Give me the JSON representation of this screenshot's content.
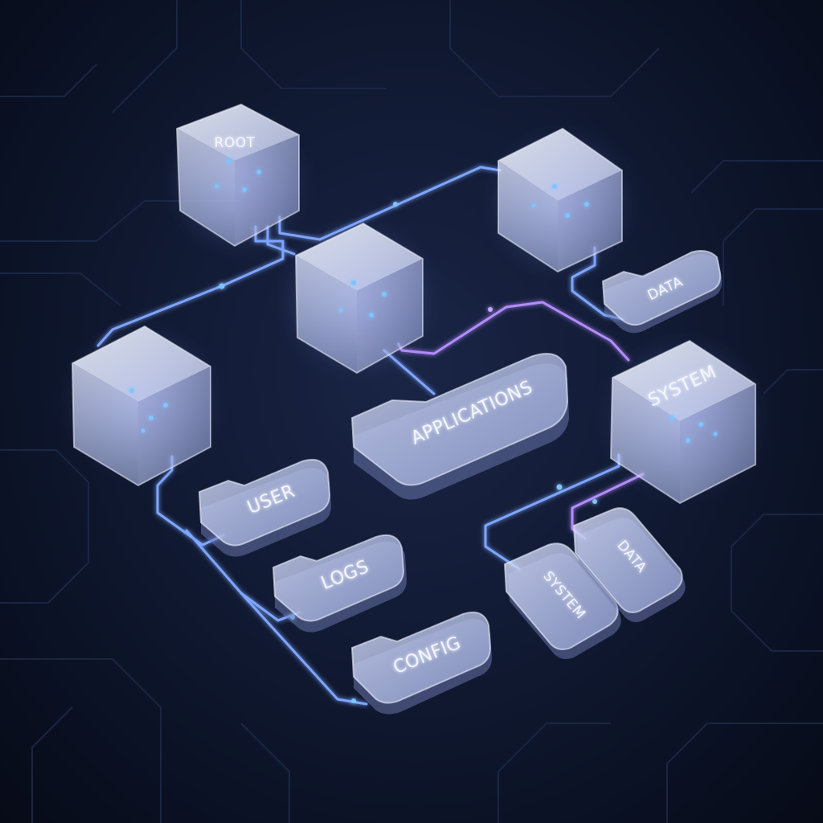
{
  "nodes": {
    "root": {
      "label": "ROOT"
    },
    "top_right_cube": {
      "label": ""
    },
    "center_cube": {
      "label": ""
    },
    "left_cube": {
      "label": ""
    },
    "system_cube": {
      "label": "SYSTEM"
    },
    "folder_data_top": {
      "label": "DATA"
    },
    "folder_applications": {
      "label": "APPLICATIONS"
    },
    "folder_user": {
      "label": "USER"
    },
    "folder_logs": {
      "label": "LOGS"
    },
    "folder_config": {
      "label": "CONFIG"
    },
    "folder_system": {
      "label": "SYSTEM"
    },
    "folder_data_bottom": {
      "label": "DATA"
    }
  },
  "colors": {
    "background": "#0a1020",
    "circuit": "#1c2848",
    "wire_blue": "#7ea6ff",
    "wire_violet": "#b48cff",
    "glass_front": "#c9d2f5",
    "glow_dot": "#7fc3ff"
  }
}
